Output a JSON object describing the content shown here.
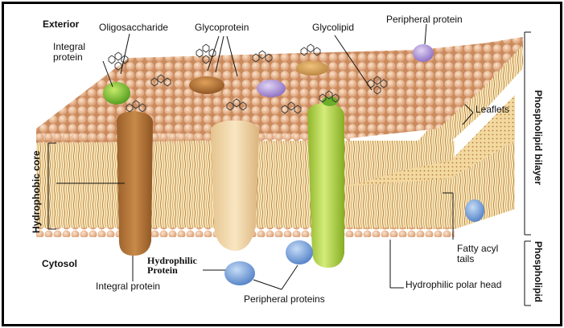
{
  "labels": {
    "exterior": "Exterior",
    "oligosaccharide": "Oligosaccharide",
    "glycoprotein": "Glycoprotein",
    "glycolipid": "Glycolipid",
    "peripheral_protein_top": "Peripheral protein",
    "integral_protein_top": "Integral protein",
    "leaflets": "Leaflets",
    "hydrophobic_core": "Hydrophobic core",
    "cytosol": "Cytosol",
    "hydrophilic_protein": "Hydrophilic Protein",
    "integral_protein_bottom": "Integral protein",
    "peripheral_proteins": "Peripheral proteins",
    "fatty_acyl_tails": "Fatty acyl tails",
    "hydrophilic_polar_head": "Hydrophilic polar head",
    "phospholipid_bilayer": "Phospholipid bilayer",
    "phospholipid": "Phospholipid"
  },
  "colors": {
    "head": "#e9b48a",
    "tail_band": "#f4dfae",
    "integral_brown": "#b8793a",
    "glyco_cream": "#f2d7a6",
    "green_protein": "#b8d94a",
    "peripheral_blue": "#7ea6da",
    "purple_protein": "#a98fd4"
  }
}
